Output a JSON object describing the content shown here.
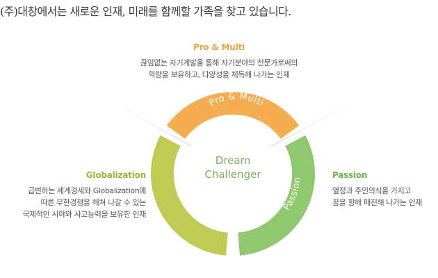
{
  "headline": "(주)대창에서는 새로운 인재, 미래를 함께할 가족을 찾고 있습니다.",
  "center": {
    "line1": "Dream",
    "line2": "Challenger"
  },
  "segments": {
    "top": {
      "label": "Pro & Multi",
      "color": "#f5ad52"
    },
    "left": {
      "label": "Globalization",
      "color": "#bfcb55"
    },
    "right": {
      "label": "Passion",
      "color": "#8fc86f"
    }
  },
  "blocks": {
    "top": {
      "title": "Pro & Multi",
      "lines": [
        "끊임없는 자기계발을 통해 자기분야의 전문가로써의",
        "역량을 보유하고, 다양성을 체득해 나가는 인재"
      ]
    },
    "left": {
      "title": "Globalization",
      "lines": [
        "급변하는 세계경세와 Globalization에",
        "따른 무한경쟁을 헤쳐 나갈 수 있는",
        "국제적인 시야와 사고능력을 보유한 인재"
      ]
    },
    "right": {
      "title": "Passion",
      "lines": [
        "열정과 주인의식을 가지고",
        "꿈을 향해 매진해 나가는 인재"
      ]
    }
  }
}
